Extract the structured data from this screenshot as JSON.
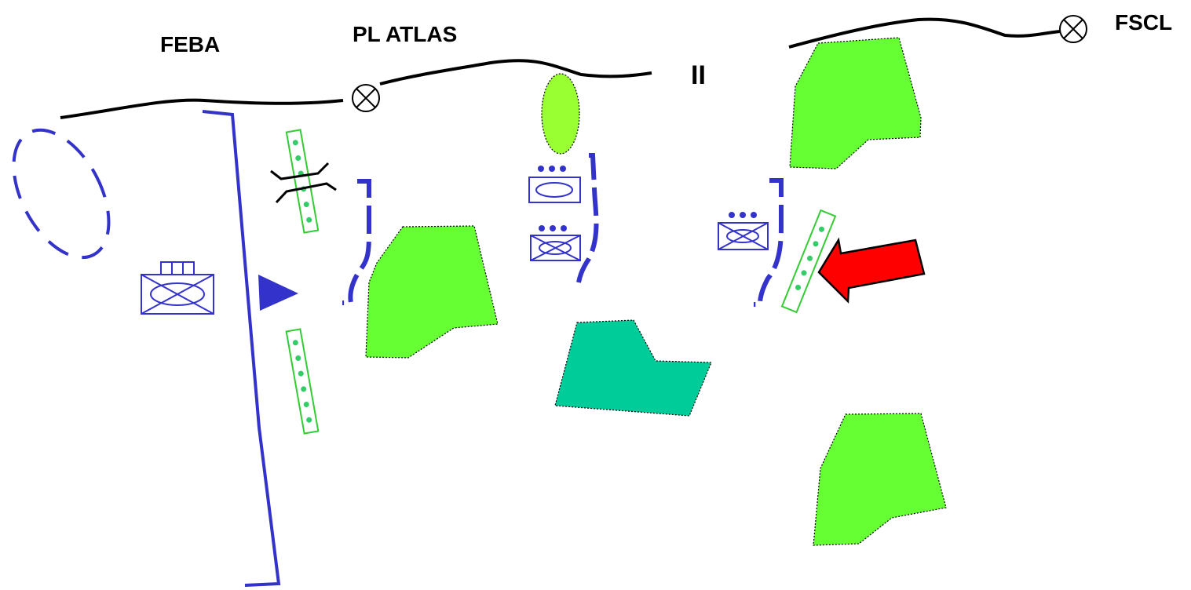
{
  "labels": {
    "feba": "FEBA",
    "phase_line": "PL ATLAS",
    "fscl": "FSCL",
    "boundary_echelon": "II"
  },
  "colors": {
    "friendly": "#3333cc",
    "control_line": "#000000",
    "vegetation": "#66ff33",
    "vegetation_light": "#99ff33",
    "water": "#00cc99",
    "obstacle_border": "#33cc33",
    "obstacle_dot": "#33cc66",
    "enemy_arrow": "#ff0000"
  },
  "icons": {
    "line_marker": "circle-x-icon",
    "unit": "military-unit-symbol",
    "arrow": "attack-arrow-icon",
    "crossing": "river-crossing-icon"
  }
}
